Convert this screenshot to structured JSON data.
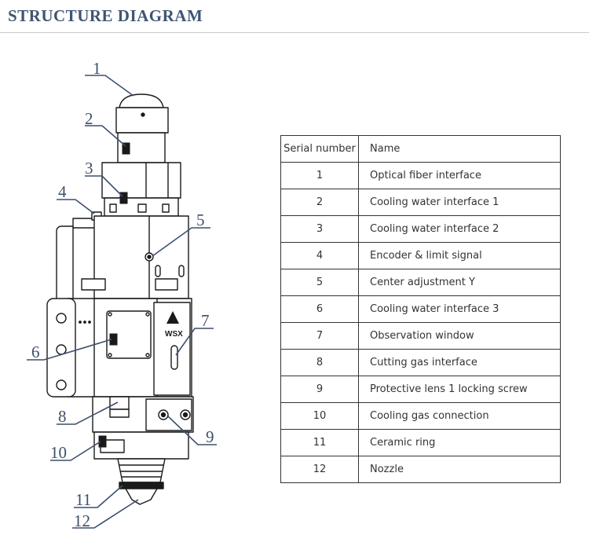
{
  "header": {
    "title": "STRUCTURE DIAGRAM"
  },
  "diagram": {
    "callouts": [
      "1",
      "2",
      "3",
      "4",
      "5",
      "6",
      "7",
      "8",
      "9",
      "10",
      "11",
      "12"
    ],
    "logo_text": "WSX"
  },
  "table": {
    "headers": [
      "Serial number",
      "Name"
    ],
    "rows": [
      [
        "1",
        "Optical fiber interface"
      ],
      [
        "2",
        "Cooling water interface 1"
      ],
      [
        "3",
        "Cooling water interface 2"
      ],
      [
        "4",
        "Encoder & limit signal"
      ],
      [
        "5",
        "Center adjustment Y"
      ],
      [
        "6",
        "Cooling water interface 3"
      ],
      [
        "7",
        "Observation window"
      ],
      [
        "8",
        "Cutting gas interface"
      ],
      [
        "9",
        "Protective lens 1 locking screw"
      ],
      [
        "10",
        "Cooling gas connection"
      ],
      [
        "11",
        "Ceramic ring"
      ],
      [
        "12",
        "Nozzle"
      ]
    ]
  }
}
